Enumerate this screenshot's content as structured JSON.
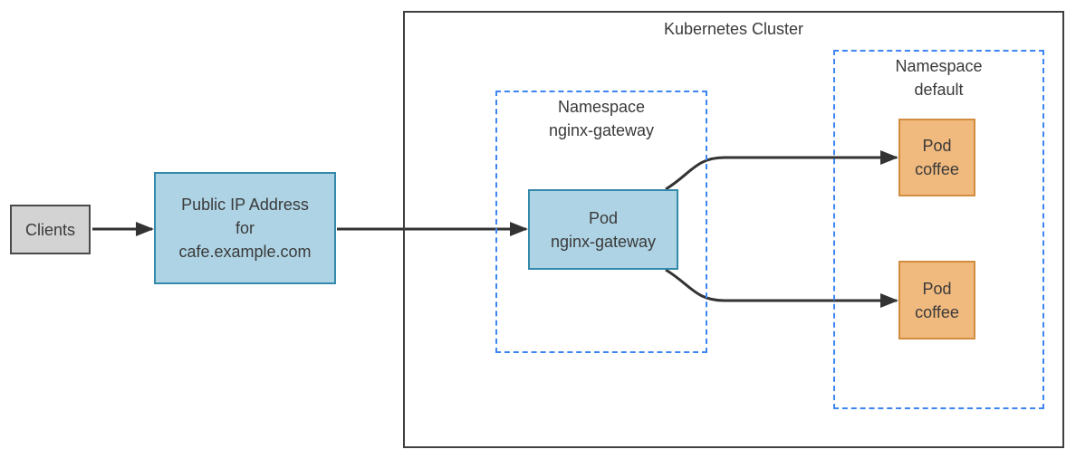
{
  "diagram": {
    "clients": {
      "label": "Clients"
    },
    "public_ip": {
      "label": "Public IP Address\nfor\ncafe.example.com"
    },
    "cluster": {
      "title": "Kubernetes Cluster"
    },
    "namespace_nginx_gateway": {
      "label": "Namespace\nnginx-gateway"
    },
    "pod_nginx_gateway": {
      "label": "Pod\nnginx-gateway"
    },
    "namespace_default": {
      "label": "Namespace\ndefault"
    },
    "pod_coffee_1": {
      "label": "Pod\ncoffee"
    },
    "pod_coffee_2": {
      "label": "Pod\ncoffee"
    }
  },
  "colors": {
    "blue_fill": "#aed3e4",
    "blue_border": "#3589ab",
    "orange_fill": "#f0b97e",
    "orange_border": "#d28d3e",
    "gray_fill": "#d3d3d3",
    "gray_border": "#4a4a4a",
    "cluster_border": "#404040",
    "namespace_dash": "#3d85f2",
    "arrow": "#333333",
    "text": "#3a3a3a"
  }
}
